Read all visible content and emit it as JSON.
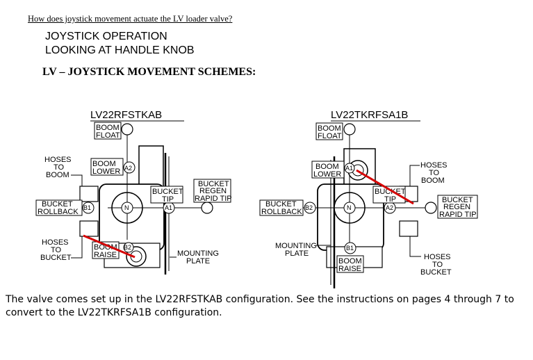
{
  "question": "How does joystick movement actuate the LV loader valve?",
  "operation": {
    "line1": "JOYSTICK OPERATION",
    "line2": "LOOKING AT HANDLE KNOB"
  },
  "schemes_heading": "LV – JOYSTICK MOVEMENT SCHEMES:",
  "left": {
    "title": "LV22RFSTKAB",
    "boom_float": [
      "BOOM",
      "FLOAT"
    ],
    "hoses_to_boom": [
      "HOSES",
      "TO",
      "BOOM"
    ],
    "boom_lower": [
      "BOOM",
      "LOWER"
    ],
    "bucket_rollback": [
      "BUCKET",
      "ROLLBACK"
    ],
    "bucket_tip": [
      "BUCKET",
      "TIP"
    ],
    "bucket_regen": [
      "BUCKET",
      "REGEN",
      "RAPID TIP"
    ],
    "hoses_to_bucket": [
      "HOSES",
      "TO",
      "BUCKET"
    ],
    "boom_raise": [
      "BOOM",
      "RAISE"
    ],
    "mounting_plate": [
      "MOUNTING",
      "PLATE"
    ],
    "ports": {
      "a2": "A2",
      "b1": "B1",
      "n": "N",
      "a1": "A1",
      "b2": "B2"
    }
  },
  "right": {
    "title": "LV22TKRFSA1B",
    "boom_float": [
      "BOOM",
      "FLOAT"
    ],
    "boom_lower": [
      "BOOM",
      "LOWER"
    ],
    "hoses_to_boom": [
      "HOSES",
      "TO",
      "BOOM"
    ],
    "bucket_tip": [
      "BUCKET",
      "TIP"
    ],
    "bucket_regen": [
      "BUCKET",
      "REGEN",
      "RAPID TIP"
    ],
    "bucket_rollback": [
      "BUCKET",
      "ROLLBACK"
    ],
    "mounting_plate": [
      "MOUNTING",
      "PLATE"
    ],
    "boom_raise": [
      "BOOM",
      "RAISE"
    ],
    "hoses_to_bucket": [
      "HOSES",
      "TO",
      "BUCKET"
    ],
    "ports": {
      "a1": "A1",
      "b2": "B2",
      "n": "N",
      "a2": "A2",
      "b1": "B1"
    }
  },
  "caption": {
    "line1": "The valve comes set up in the LV22RFSTKAB configuration.  See the instructions on pages 4 through 7 to",
    "line2": "convert to the LV22TKRFSA1B configuration."
  },
  "colors": {
    "highlight": "#d40000",
    "ink": "#000000"
  }
}
